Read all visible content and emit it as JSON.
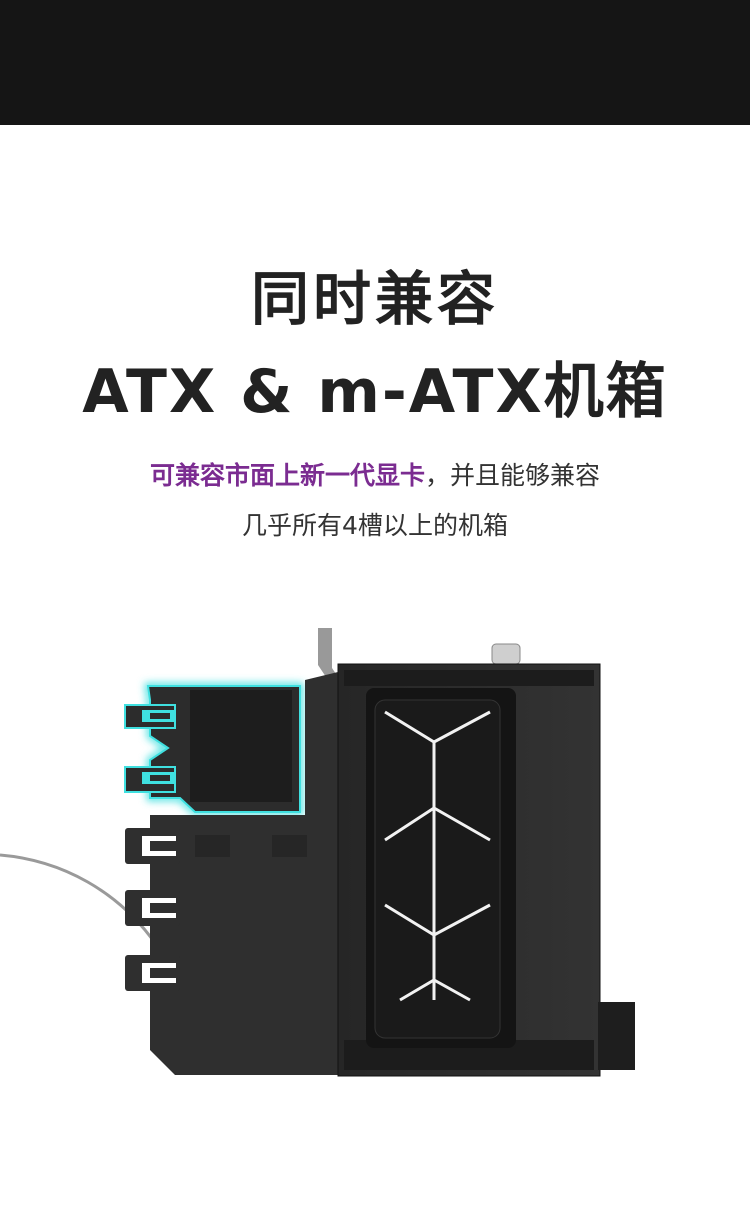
{
  "header": {
    "title_line1": "同时兼容",
    "title_line2": "ATX & m-ATX机箱"
  },
  "description": {
    "highlight": "可兼容市面上新一代显卡",
    "rest_line1": "，并且能够兼容",
    "line2": "几乎所有4槽以上的机箱"
  },
  "colors": {
    "highlight": "#7b2c91",
    "glow": "#3fe0e0",
    "bracket": "#2e2e2e"
  }
}
